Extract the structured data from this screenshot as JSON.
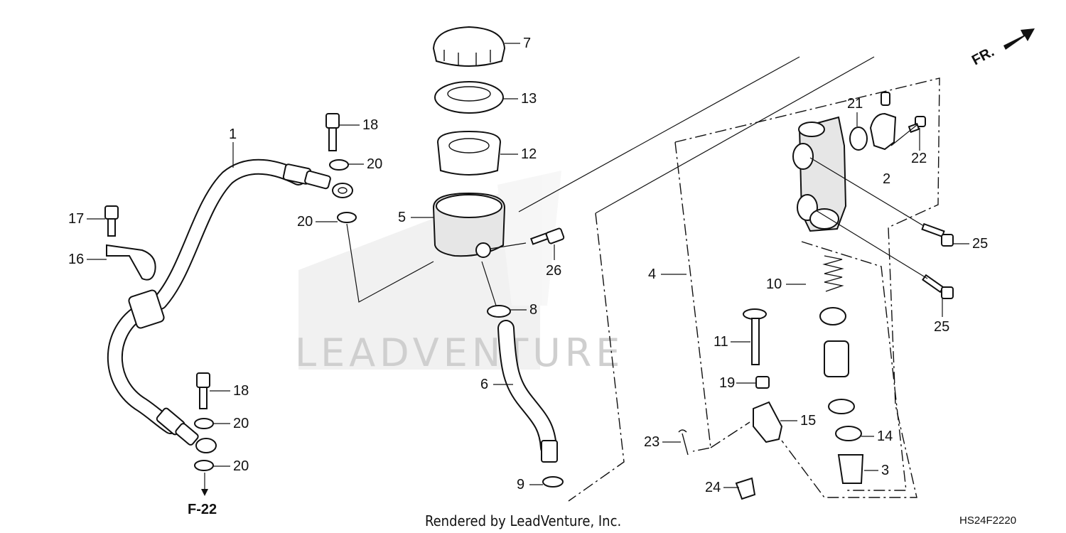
{
  "diagram": {
    "callouts": [
      {
        "id": "p1",
        "text": "1"
      },
      {
        "id": "p2",
        "text": "2"
      },
      {
        "id": "p3",
        "text": "3"
      },
      {
        "id": "p4",
        "text": "4"
      },
      {
        "id": "p5",
        "text": "5"
      },
      {
        "id": "p6",
        "text": "6"
      },
      {
        "id": "p7",
        "text": "7"
      },
      {
        "id": "p8",
        "text": "8"
      },
      {
        "id": "p9",
        "text": "9"
      },
      {
        "id": "p10",
        "text": "10"
      },
      {
        "id": "p11",
        "text": "11"
      },
      {
        "id": "p12",
        "text": "12"
      },
      {
        "id": "p13",
        "text": "13"
      },
      {
        "id": "p14",
        "text": "14"
      },
      {
        "id": "p15",
        "text": "15"
      },
      {
        "id": "p16",
        "text": "16"
      },
      {
        "id": "p17",
        "text": "17"
      },
      {
        "id": "p18a",
        "text": "18"
      },
      {
        "id": "p18b",
        "text": "18"
      },
      {
        "id": "p19",
        "text": "19"
      },
      {
        "id": "p20a",
        "text": "20"
      },
      {
        "id": "p20b",
        "text": "20"
      },
      {
        "id": "p20c",
        "text": "20"
      },
      {
        "id": "p20d",
        "text": "20"
      },
      {
        "id": "p21",
        "text": "21"
      },
      {
        "id": "p22",
        "text": "22"
      },
      {
        "id": "p23",
        "text": "23"
      },
      {
        "id": "p24",
        "text": "24"
      },
      {
        "id": "p25a",
        "text": "25"
      },
      {
        "id": "p25b",
        "text": "25"
      },
      {
        "id": "p26",
        "text": "26"
      }
    ],
    "reference_label": "F-22",
    "direction_label": "FR.",
    "watermark": "LEADVENTURE",
    "footer": "Rendered by LeadVenture, Inc.",
    "diagram_code": "HS24F2220"
  }
}
